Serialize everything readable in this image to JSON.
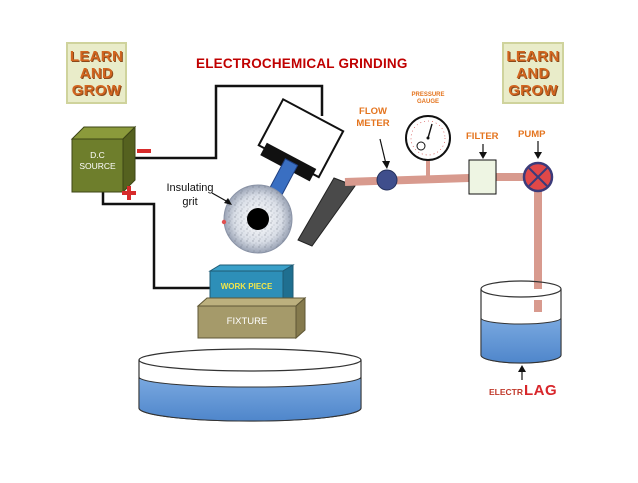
{
  "title": "ELECTROCHEMICAL GRINDING",
  "badge_left": "LEARN\nAND\nGROW",
  "badge_right": "LEARN\nAND\nGROW",
  "dc_source": "D.C\nSOURCE",
  "negative_sign": "−",
  "positive_sign": "+",
  "insulating_grit": "Insulating\ngrit",
  "flow_meter": "FLOW\nMETER",
  "pressure_gauge": "PRESSURE\nGAUGE",
  "filter": "FILTER",
  "pump": "PUMP",
  "work_piece": "WORK PIECE",
  "fixture": "FIXTURE",
  "electrolyte": "ELECTR",
  "watermark": "LAG",
  "colors": {
    "title_red": "#c00000",
    "label_orange": "#e4741e",
    "dc_source_green": "#6e7e2c",
    "work_piece_teal": "#2d8fb8",
    "fixture_khaki": "#a59a6a",
    "pipe_pink": "#d89a8e",
    "tank_blue": "#5f95d6"
  }
}
